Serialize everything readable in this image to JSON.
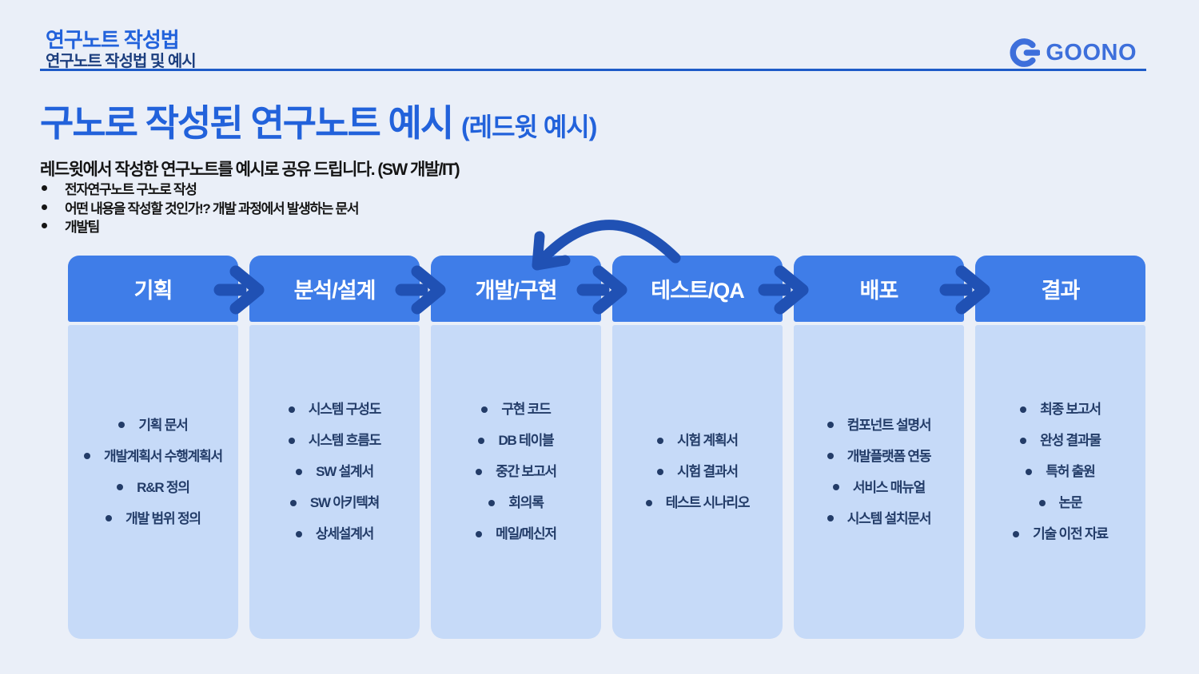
{
  "header": {
    "title": "연구노트 작성법",
    "subtitle": "연구노트 작성법 및 예시",
    "logo_text": "GOONO",
    "title_color": "#2262DB",
    "subtitle_color": "#1C3E7E",
    "logo_color": "#3D6FDB",
    "rule_color": "#1E5BC8"
  },
  "main": {
    "title": "구노로 작성된 연구노트 예시",
    "title_suffix": "(레드윗 예시)",
    "title_color": "#2262DB",
    "intro": "레드윗에서 작성한 연구노트를 예시로 공유 드립니다. (SW 개발/IT)",
    "bullets": [
      "전자연구노트 구노로 작성",
      "어떤 내용을 작성할 것인가!? 개발 과정에서 발생하는 문서",
      "개발팀"
    ]
  },
  "flow": {
    "header_bg": "#3F7DE8",
    "header_text_color": "#FFFFFF",
    "body_bg": "#C6DAF8",
    "item_color": "#233C68",
    "arrow_color": "#2051B4",
    "columns": [
      {
        "label": "기획",
        "items": [
          "기획 문서",
          "개발계획서 수행계획서",
          "R&R 정의",
          "개발 범위 정의"
        ]
      },
      {
        "label": "분석/설계",
        "items": [
          "시스템 구성도",
          "시스템 흐름도",
          "SW 설계서",
          "SW 아키텍쳐",
          "상세설계서"
        ]
      },
      {
        "label": "개발/구현",
        "items": [
          "구현 코드",
          "DB 테이블",
          "중간 보고서",
          "회의록",
          "메일/메신저"
        ]
      },
      {
        "label": "테스트/QA",
        "items": [
          "시험 계획서",
          "시험 결과서",
          "테스트 시나리오"
        ]
      },
      {
        "label": "배포",
        "items": [
          "컴포넌트 설명서",
          "개발플랫폼 연동",
          "서비스 매뉴얼",
          "시스템 설치문서"
        ]
      },
      {
        "label": "결과",
        "items": [
          "최종 보고서",
          "완성 결과물",
          "특허 출원",
          "논문",
          "기술 이전 자료"
        ]
      }
    ]
  }
}
